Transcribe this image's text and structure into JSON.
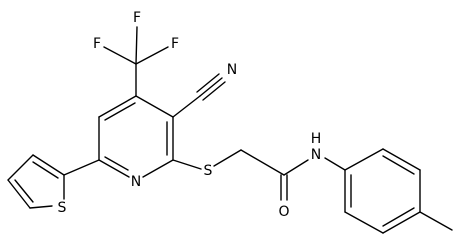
{
  "atoms": {
    "F1": "F",
    "F2": "F",
    "F3": "F",
    "N_nitrile": "N",
    "N_pyridine": "N",
    "S_thiophene": "S",
    "S_thioether": "S",
    "O_carbonyl": "O",
    "NH_amide": "N",
    "H_amide": "H"
  }
}
